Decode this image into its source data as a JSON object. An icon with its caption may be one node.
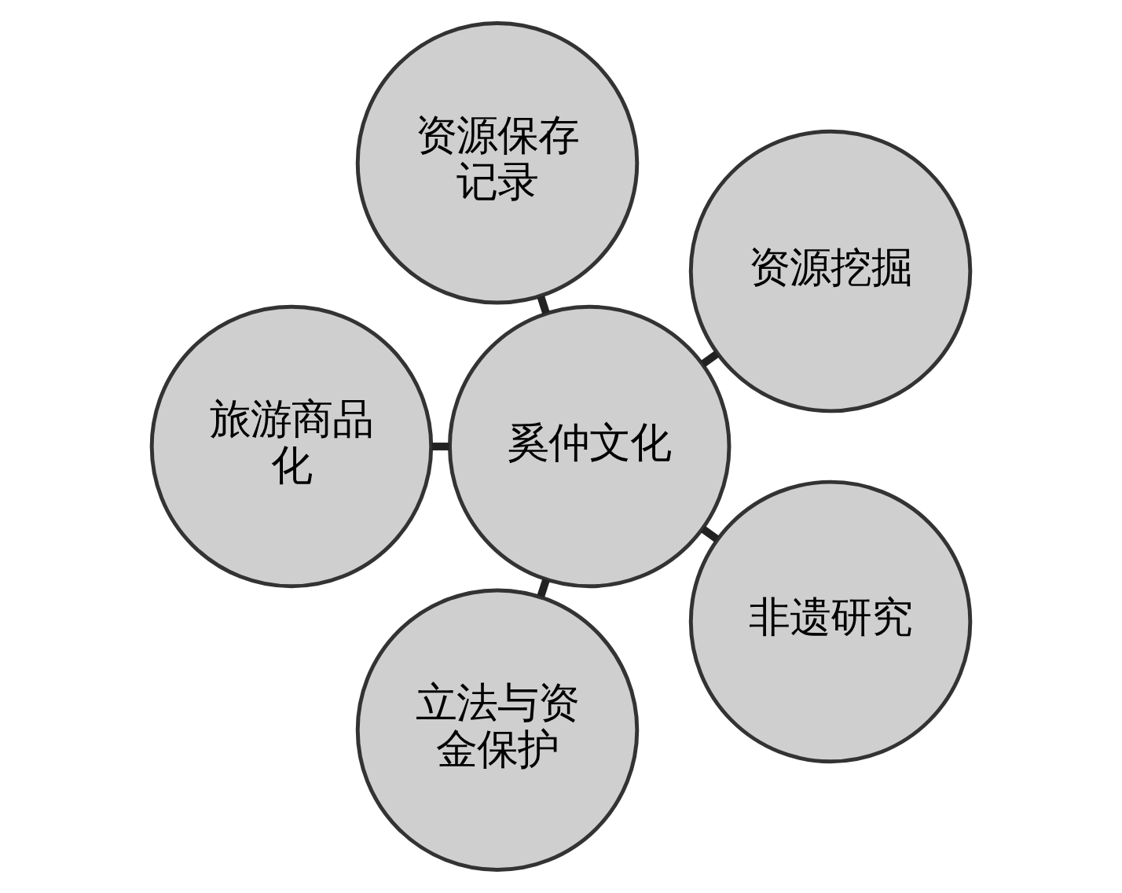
{
  "diagram": {
    "nodes": [
      {
        "text": [
          "资源挖掘"
        ]
      },
      {
        "text": [
          "资源保存记录"
        ]
      },
      {
        "text": [
          "旅游商品化"
        ]
      },
      {
        "text": [
          "奚仲文化"
        ]
      },
      {
        "text": [
          "立法与资金保护"
        ]
      },
      {
        "text": [
          "非遗研究"
        ]
      }
    ],
    "edges": [
      {
        "from": 3,
        "to": 0,
        "arrow": "none"
      },
      {
        "from": 3,
        "to": 2,
        "arrow": "none"
      },
      {
        "from": 3,
        "to": 5,
        "arrow": "none"
      },
      {
        "from": 3,
        "to": 4,
        "arrow": "none"
      },
      {
        "from": 3,
        "to": 1,
        "arrow": "none"
      }
    ]
  }
}
